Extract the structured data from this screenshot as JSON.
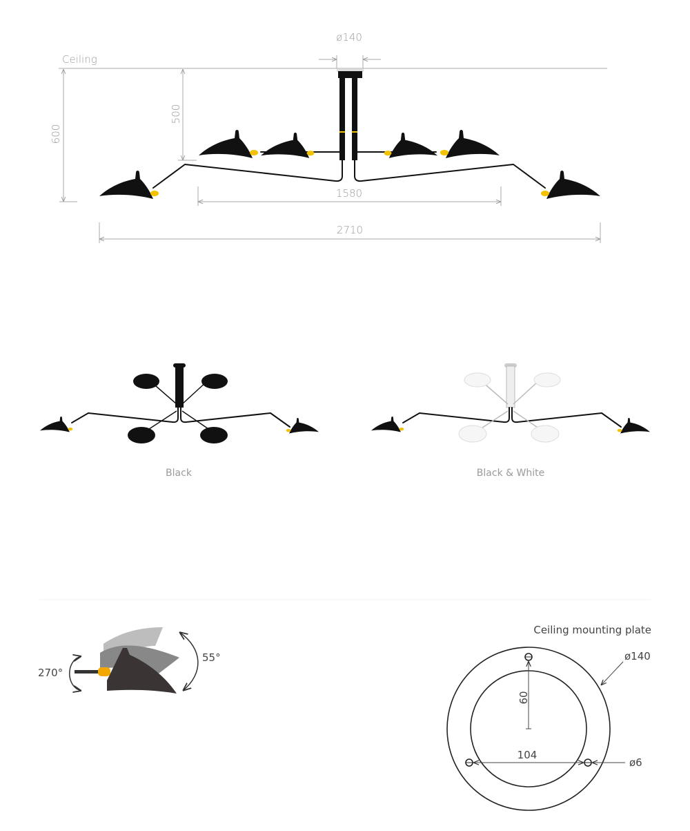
{
  "elevation": {
    "ceiling_label": "Ceiling",
    "canopy_diameter": "ø140",
    "height_total": "600",
    "height_upper": "500",
    "width_inner": "1580",
    "width_total": "2710"
  },
  "variants": [
    {
      "label": "Black"
    },
    {
      "label": "Black & White"
    }
  ],
  "articulation": {
    "rotation": "270°",
    "tilt": "55°"
  },
  "mounting_plate": {
    "title": "Ceiling mounting plate",
    "outer_diameter": "ø140",
    "hole_offset": "60",
    "hole_spacing": "104",
    "hole_diameter": "ø6"
  },
  "colors": {
    "lamp": "#111111",
    "accent": "#f2c200",
    "dim_line": "#aaaaaa"
  }
}
